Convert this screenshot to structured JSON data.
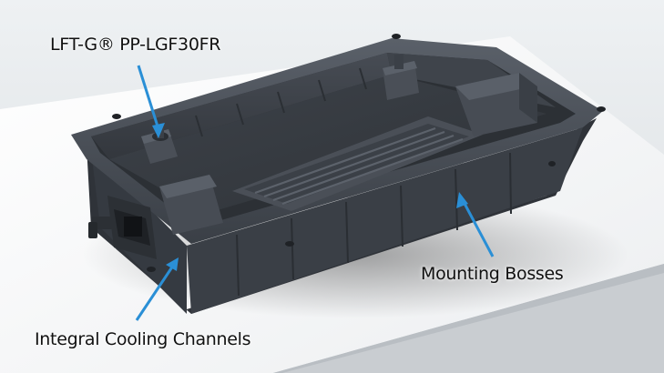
{
  "callouts": {
    "material": "LFT-G® PP-LGF30FR",
    "bosses": "Mounting Bosses",
    "cooling": "Integral Cooling Channels"
  },
  "colors": {
    "arrow": "#2a8fd6",
    "housing": "#3e434b",
    "table": "#f4f5f6",
    "background": "#dfe3e6"
  }
}
